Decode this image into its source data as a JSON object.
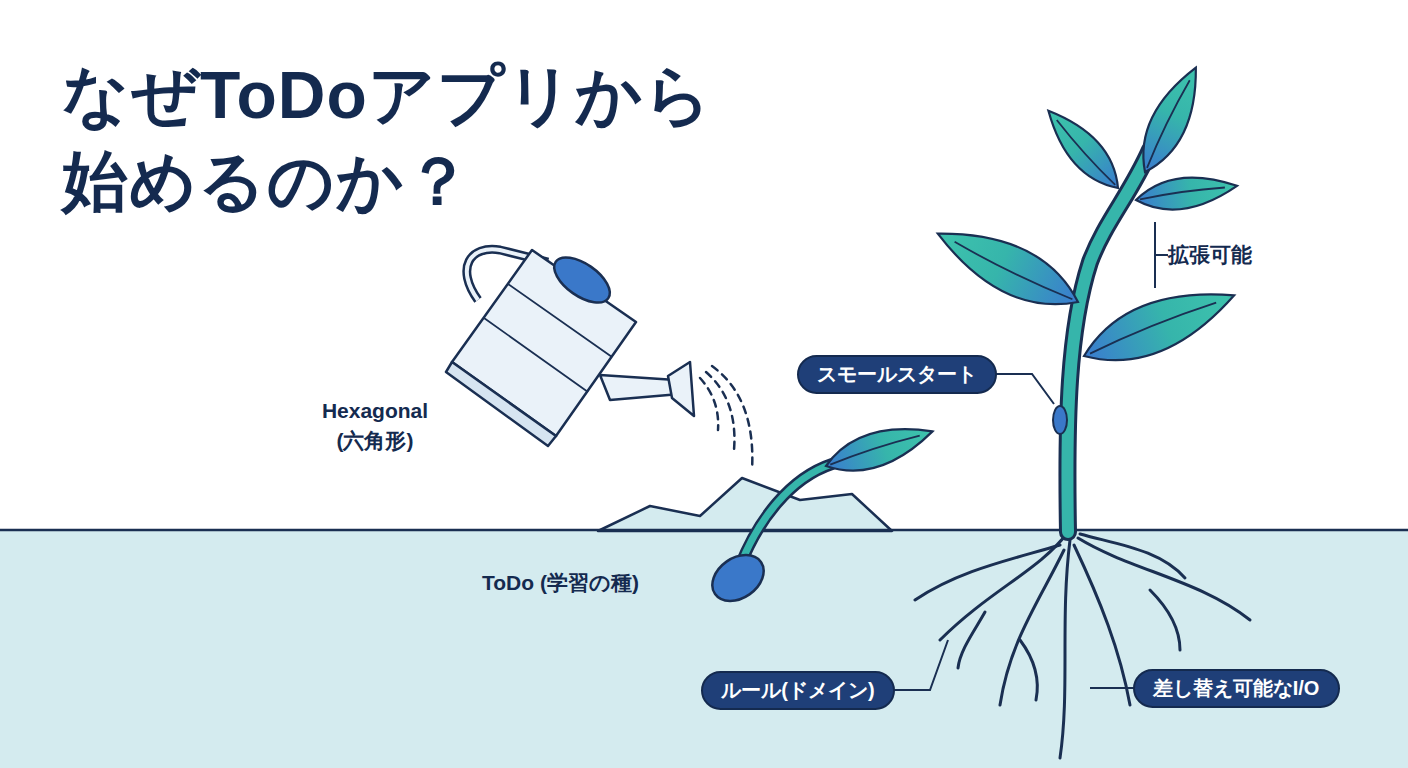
{
  "diagram": {
    "title": "なぜToDoアプリから 始めるのか？",
    "nodes": [
      {
        "text": [
          "スモールスタート"
        ]
      },
      {
        "text": [
          "ルール(ドメイン)"
        ]
      },
      {
        "text": [
          "差し替え可能なI/O"
        ]
      }
    ],
    "labels": [
      "拡張可能",
      "Hexagonal (六角形)",
      "ToDo (学習の種)"
    ]
  }
}
